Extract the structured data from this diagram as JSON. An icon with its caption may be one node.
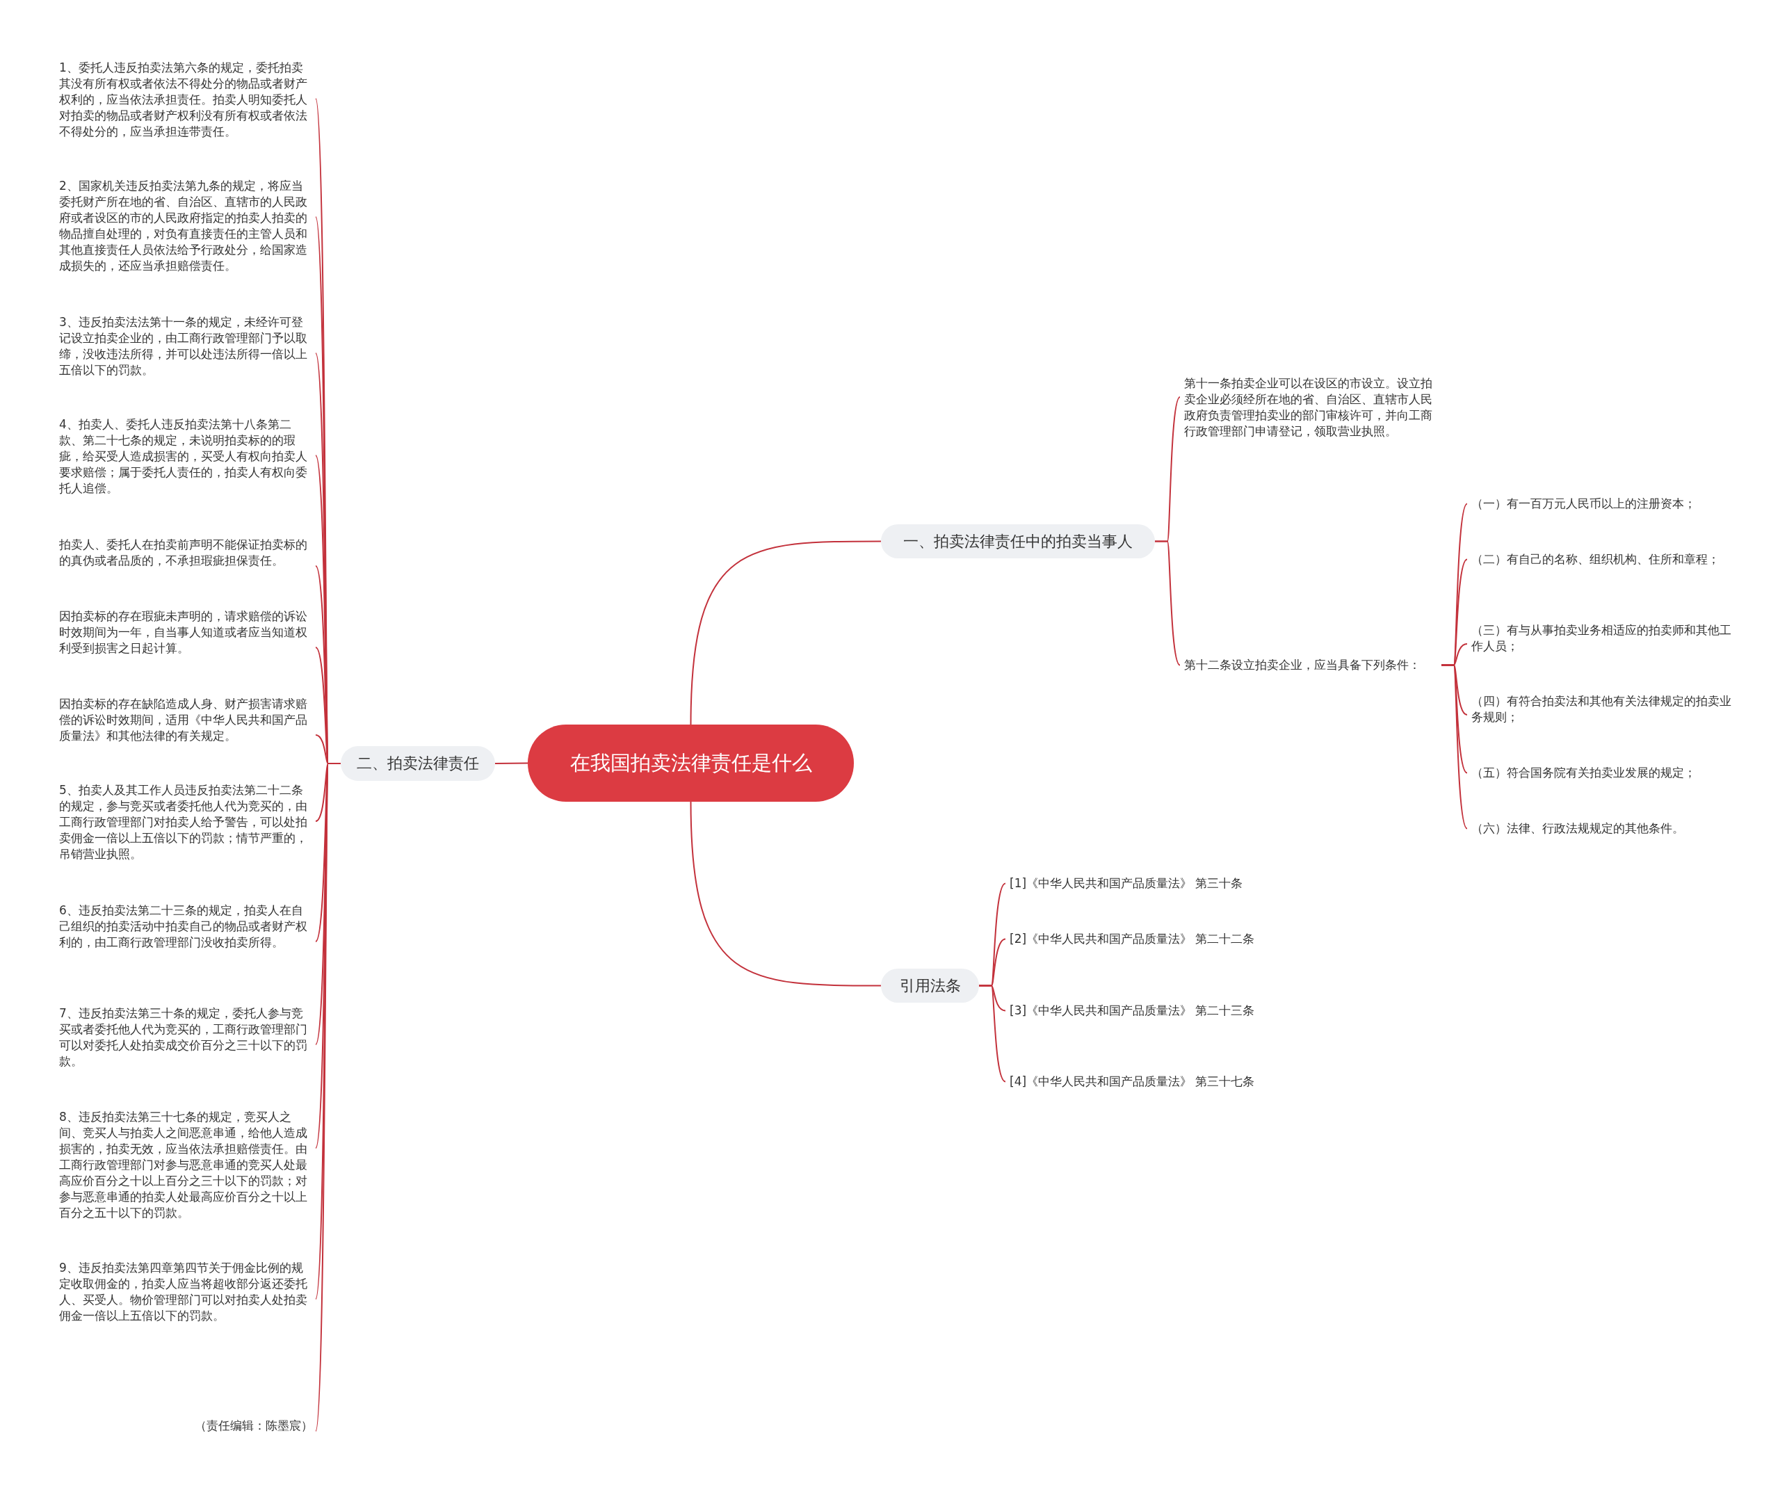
{
  "diagram": {
    "nodes": [
      {
        "text": [
          "在我国拍卖法律责任是什么"
        ]
      },
      {
        "text": [
          "一、拍卖法律责任中的拍卖当事人"
        ]
      },
      {
        "text": [
          "第十一条拍卖企业可以在设区的市设立。设立拍卖企业必须经所在地的省、自治区、直辖市人民政府负责管理拍卖业的部门审核许可，并向工商行政管理部门申请登记，领取营业执照。"
        ]
      },
      {
        "text": [
          "第十二条设立拍卖企业，应当具备下列条件："
        ]
      },
      {
        "text": [
          "（一）有一百万元人民币以上的注册资本；"
        ]
      },
      {
        "text": [
          "（二）有自己的名称、组织机构、住所和章程；"
        ]
      },
      {
        "text": [
          "（三）有与从事拍卖业务相适应的拍卖师和其他工作人员；"
        ]
      },
      {
        "text": [
          "（四）有符合拍卖法和其他有关法律规定的拍卖业务规则；"
        ]
      },
      {
        "text": [
          "（五）符合国务院有关拍卖业发展的规定；"
        ]
      },
      {
        "text": [
          "（六）法律、行政法规规定的其他条件。"
        ]
      },
      {
        "text": [
          "二、拍卖法律责任"
        ]
      },
      {
        "text": [
          "1、委托人违反拍卖法第六条的规定，委托拍卖其没有所有权或者依法不得处分的物品或者财产权利的，应当依法承担责任。拍卖人明知委托人对拍卖的物品或者财产权利没有所有权或者依法不得处分的，应当承担连带责任。"
        ]
      },
      {
        "text": [
          "2、国家机关违反拍卖法第九条的规定，将应当委托财产所在地的省、自治区、直辖市的人民政府或者设区的市的人民政府指定的拍卖人拍卖的物品擅自处理的，对负有直接责任的主管人员和其他直接责任人员依法给予行政处分，给国家造成损失的，还应当承担赔偿责任。"
        ]
      },
      {
        "text": [
          "3、违反拍卖法法第十一条的规定，未经许可登记设立拍卖企业的，由工商行政管理部门予以取缔，没收违法所得，并可以处违法所得一倍以上五倍以下的罚款。"
        ]
      },
      {
        "text": [
          "4、拍卖人、委托人违反拍卖法第十八条第二款、第二十七条的规定，未说明拍卖标的的瑕疵，给买受人造成损害的，买受人有权向拍卖人要求赔偿；属于委托人责任的，拍卖人有权向委托人追偿。"
        ]
      },
      {
        "text": [
          "拍卖人、委托人在拍卖前声明不能保证拍卖标的的真伪或者品质的，不承担瑕疵担保责任。"
        ]
      },
      {
        "text": [
          "因拍卖标的存在瑕疵未声明的，请求赔偿的诉讼时效期间为一年，自当事人知道或者应当知道权利受到损害之日起计算。"
        ]
      },
      {
        "text": [
          "因拍卖标的存在缺陷造成人身、财产损害请求赔偿的诉讼时效期间，适用《中华人民共和国产品质量法》和其他法律的有关规定。"
        ]
      },
      {
        "text": [
          "5、拍卖人及其工作人员违反拍卖法第二十二条的规定，参与竞买或者委托他人代为竞买的，由工商行政管理部门对拍卖人给予警告，可以处拍卖佣金一倍以上五倍以下的罚款；情节严重的，吊销营业执照。"
        ]
      },
      {
        "text": [
          "6、违反拍卖法第二十三条的规定，拍卖人在自己组织的拍卖活动中拍卖自己的物品或者财产权利的，由工商行政管理部门没收拍卖所得。"
        ]
      },
      {
        "text": [
          "7、违反拍卖法第三十条的规定，委托人参与竞买或者委托他人代为竞买的，工商行政管理部门可以对委托人处拍卖成交价百分之三十以下的罚款。"
        ]
      },
      {
        "text": [
          "8、违反拍卖法第三十七条的规定，竞买人之间、竞买人与拍卖人之间恶意串通，给他人造成损害的，拍卖无效，应当依法承担赔偿责任。由工商行政管理部门对参与恶意串通的竞买人处最高应价百分之十以上百分之三十以下的罚款；对参与恶意串通的拍卖人处最高应价百分之十以上百分之五十以下的罚款。"
        ]
      },
      {
        "text": [
          "9、违反拍卖法第四章第四节关于佣金比例的规定收取佣金的，拍卖人应当将超收部分返还委托人、买受人。物价管理部门可以对拍卖人处拍卖佣金一倍以上五倍以下的罚款。"
        ]
      },
      {
        "text": [
          "（责任编辑：陈墨宸）"
        ]
      },
      {
        "text": [
          "引用法条"
        ]
      },
      {
        "text": [
          "[1]《中华人民共和国产品质量法》 第三十条"
        ]
      },
      {
        "text": [
          "[2]《中华人民共和国产品质量法》 第二十二条"
        ]
      },
      {
        "text": [
          "[3]《中华人民共和国产品质量法》 第二十三条"
        ]
      },
      {
        "text": [
          "[4]《中华人民共和国产品质量法》 第三十七条"
        ]
      }
    ],
    "edges": [
      {
        "from": 0,
        "to": 1,
        "arrow": "none"
      },
      {
        "from": 1,
        "to": 2,
        "arrow": "none"
      },
      {
        "from": 1,
        "to": 3,
        "arrow": "none"
      },
      {
        "from": 3,
        "to": 4,
        "arrow": "none"
      },
      {
        "from": 3,
        "to": 5,
        "arrow": "none"
      },
      {
        "from": 3,
        "to": 6,
        "arrow": "none"
      },
      {
        "from": 3,
        "to": 7,
        "arrow": "none"
      },
      {
        "from": 3,
        "to": 8,
        "arrow": "none"
      },
      {
        "from": 3,
        "to": 9,
        "arrow": "none"
      },
      {
        "from": 0,
        "to": 10,
        "arrow": "none"
      },
      {
        "from": 10,
        "to": 11,
        "arrow": "none"
      },
      {
        "from": 10,
        "to": 12,
        "arrow": "none"
      },
      {
        "from": 10,
        "to": 13,
        "arrow": "none"
      },
      {
        "from": 10,
        "to": 14,
        "arrow": "none"
      },
      {
        "from": 10,
        "to": 15,
        "arrow": "none"
      },
      {
        "from": 10,
        "to": 16,
        "arrow": "none"
      },
      {
        "from": 10,
        "to": 17,
        "arrow": "none"
      },
      {
        "from": 10,
        "to": 18,
        "arrow": "none"
      },
      {
        "from": 10,
        "to": 19,
        "arrow": "none"
      },
      {
        "from": 10,
        "to": 20,
        "arrow": "none"
      },
      {
        "from": 10,
        "to": 21,
        "arrow": "none"
      },
      {
        "from": 10,
        "to": 22,
        "arrow": "none"
      },
      {
        "from": 10,
        "to": 23,
        "arrow": "none"
      },
      {
        "from": 0,
        "to": 24,
        "arrow": "none"
      },
      {
        "from": 24,
        "to": 25,
        "arrow": "none"
      },
      {
        "from": 24,
        "to": 26,
        "arrow": "none"
      },
      {
        "from": 24,
        "to": 27,
        "arrow": "none"
      },
      {
        "from": 24,
        "to": 28,
        "arrow": "none"
      }
    ]
  }
}
